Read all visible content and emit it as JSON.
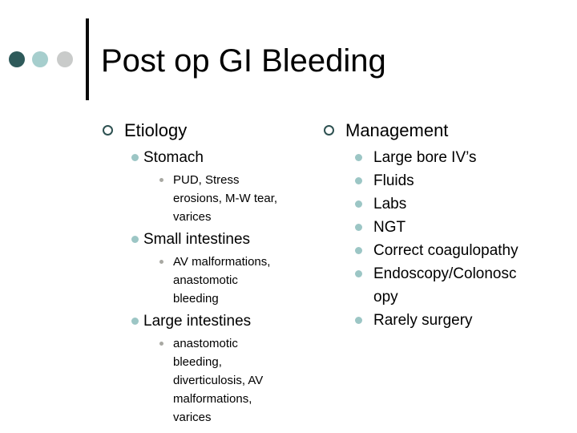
{
  "title": "Post op GI Bleeding",
  "colors": {
    "decor_dark_teal": "#2e5a5a",
    "decor_light_teal": "#a6cecd",
    "decor_gray": "#c9cbca",
    "bullet_open_circle": "#2e5151",
    "bullet_filled_teal": "#9cc6c5",
    "bullet_small_dot": "#a8a8a2",
    "text": "#000000",
    "background": "#ffffff"
  },
  "columns": [
    {
      "heading": "Etiology",
      "items": [
        {
          "label": "Stomach",
          "detail": "PUD, Stress\nerosions, M-W tear,\nvarices"
        },
        {
          "label": "Small intestines",
          "detail": "AV malformations,\nanastomotic\nbleeding"
        },
        {
          "label": "Large intestines",
          "detail": "anastomotic\nbleeding,\ndiverticulosis, AV\nmalformations,\nvarices"
        }
      ]
    },
    {
      "heading": "Management",
      "items": [
        {
          "label": "Large bore IV’s"
        },
        {
          "label": "Fluids"
        },
        {
          "label": "Labs"
        },
        {
          "label": "NGT"
        },
        {
          "label": "Correct coagulopathy"
        },
        {
          "label": "Endoscopy/Colonosc\nopy"
        },
        {
          "label": "Rarely surgery"
        }
      ]
    }
  ]
}
